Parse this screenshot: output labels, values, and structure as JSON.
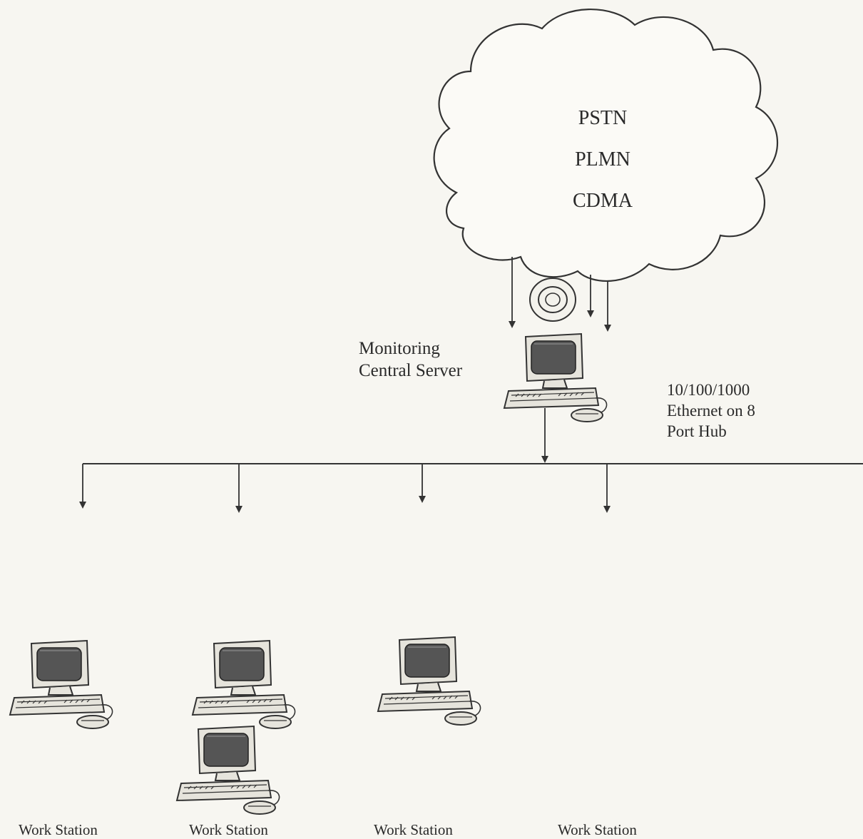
{
  "cloud": {
    "networks": [
      "PSTN",
      "PLMN",
      "CDMA"
    ],
    "icon": "cloud-icon",
    "device_icon": "camera-icon"
  },
  "server": {
    "label_line1": "Monitoring",
    "label_line2": "Central Server",
    "icon": "computer-icon"
  },
  "hub": {
    "label_line1": "10/100/1000",
    "label_line2": "Ethernet on 8",
    "label_line3": "Port Hub"
  },
  "workstations": [
    {
      "label": "Work Station",
      "computers": 1
    },
    {
      "label": "Work Station",
      "computers": 2
    },
    {
      "label": "Work Station",
      "computers": 1
    },
    {
      "label": "Work Station",
      "computers": 0
    }
  ],
  "colors": {
    "background": "#f7f6f1",
    "line": "#333333",
    "screen": "#555555"
  }
}
